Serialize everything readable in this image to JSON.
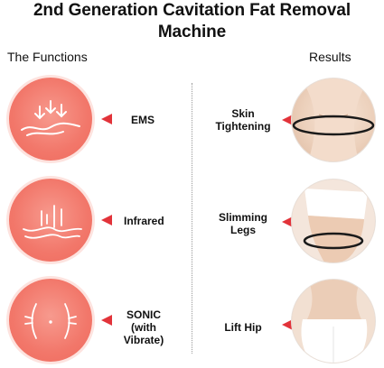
{
  "title": "2nd Generation Cavitation Fat Removal Machine",
  "functions_heading": "The Functions",
  "results_heading": "Results",
  "functions": [
    {
      "label": "EMS",
      "icon": "ems-waves-icon"
    },
    {
      "label": "Infrared",
      "icon": "infrared-icon"
    },
    {
      "label": "SONIC",
      "label2": "(with Vibrate)",
      "icon": "sonic-icon"
    }
  ],
  "results": [
    {
      "label": "Skin",
      "label2": "Tightening",
      "image": "waist-photo"
    },
    {
      "label": "Slimming",
      "label2": "Legs",
      "image": "thigh-photo"
    },
    {
      "label": "Lift Hip",
      "image": "hip-photo"
    }
  ],
  "colors": {
    "function_circle": "#f2776a",
    "arrow": "#e2333a",
    "divider": "#9a9a9a"
  }
}
